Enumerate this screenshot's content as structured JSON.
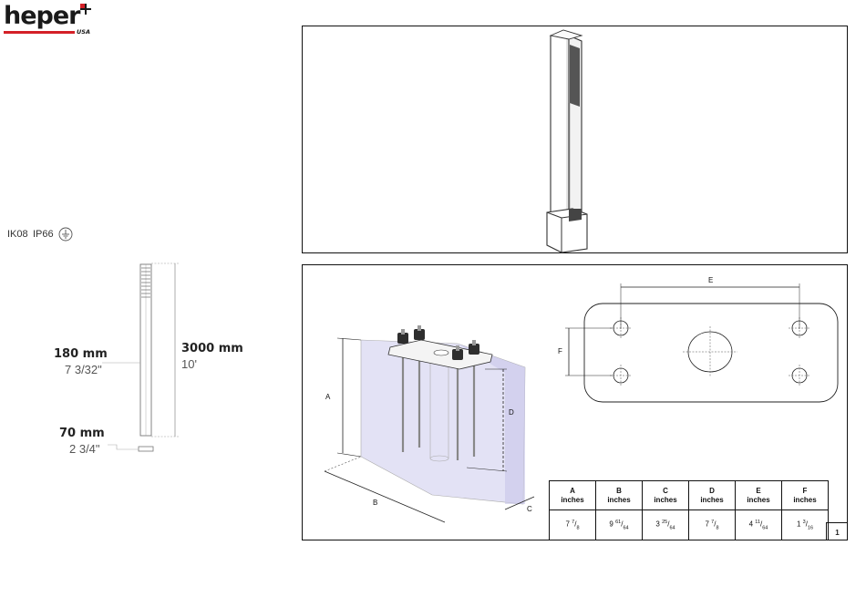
{
  "brand": {
    "name": "heper",
    "region": "USA",
    "colors": {
      "wordmark": "#1a1a1a",
      "accent": "#d42027",
      "plus": "#1a1a1a"
    }
  },
  "ratings": {
    "impact": "IK08",
    "ingress": "IP66",
    "ground_icon": "ground-icon"
  },
  "dimensions": {
    "width_mm": "180 mm",
    "width_in": "7 3/32\"",
    "height_mm": "3000 mm",
    "height_ft": "10'",
    "base_mm": "70 mm",
    "base_in": "2 3/4\""
  },
  "anchor_diagram": {
    "labels": {
      "a": "A",
      "b": "B",
      "c": "C",
      "d": "D",
      "e": "E",
      "f": "F"
    }
  },
  "spec_table": {
    "headers": [
      {
        "letter": "A",
        "unit": "inches"
      },
      {
        "letter": "B",
        "unit": "inches"
      },
      {
        "letter": "C",
        "unit": "inches"
      },
      {
        "letter": "D",
        "unit": "inches"
      },
      {
        "letter": "E",
        "unit": "inches"
      },
      {
        "letter": "F",
        "unit": "inches"
      }
    ],
    "values": [
      {
        "whole": "7",
        "num": "7",
        "den": "8"
      },
      {
        "whole": "9",
        "num": "61",
        "den": "64"
      },
      {
        "whole": "3",
        "num": "25",
        "den": "64"
      },
      {
        "whole": "7",
        "num": "7",
        "den": "8"
      },
      {
        "whole": "4",
        "num": "11",
        "den": "64"
      },
      {
        "whole": "1",
        "num": "3",
        "den": "16"
      }
    ],
    "page_number": "1"
  }
}
